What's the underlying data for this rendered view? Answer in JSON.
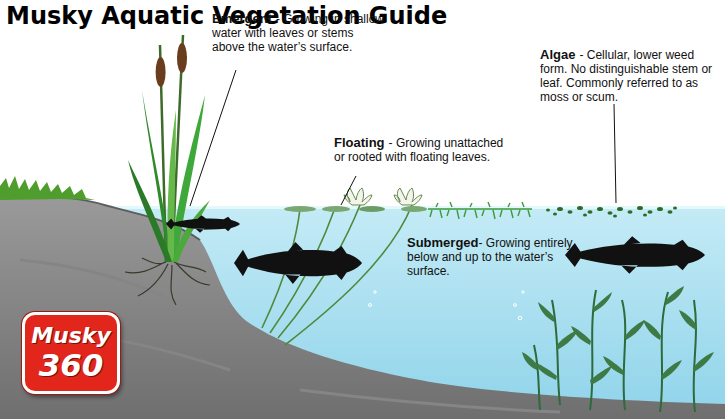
{
  "diagram": {
    "title": "Musky Aquatic Vegetation Guide",
    "nodes": [
      {
        "text": [
          "Musky",
          "360"
        ]
      }
    ],
    "labels": [
      "Emergent",
      "- Growing in shallow water with leaves or stems above the water’s surface.",
      "Floating",
      "- Growing unattached or rooted with floating leaves.",
      "Algae",
      "- Cellular, lower weed form. No distinguishable stem or leaf. Commonly referred to as moss or scum.",
      "Submerged",
      "- Growing entirely below and up to the water’s surface."
    ]
  }
}
